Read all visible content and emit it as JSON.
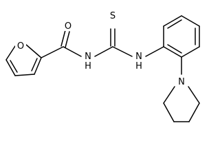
{
  "molecule": {
    "atoms": {
      "furan_oxygen": "O",
      "carbonyl_oxygen": "O",
      "amide_nitrogen": "N",
      "amide_hydrogen": "H",
      "thio_sulfur": "S",
      "aryl_nitrogen": "N",
      "aryl_hydrogen": "H",
      "pyrrolidine_nitrogen": "N"
    }
  }
}
